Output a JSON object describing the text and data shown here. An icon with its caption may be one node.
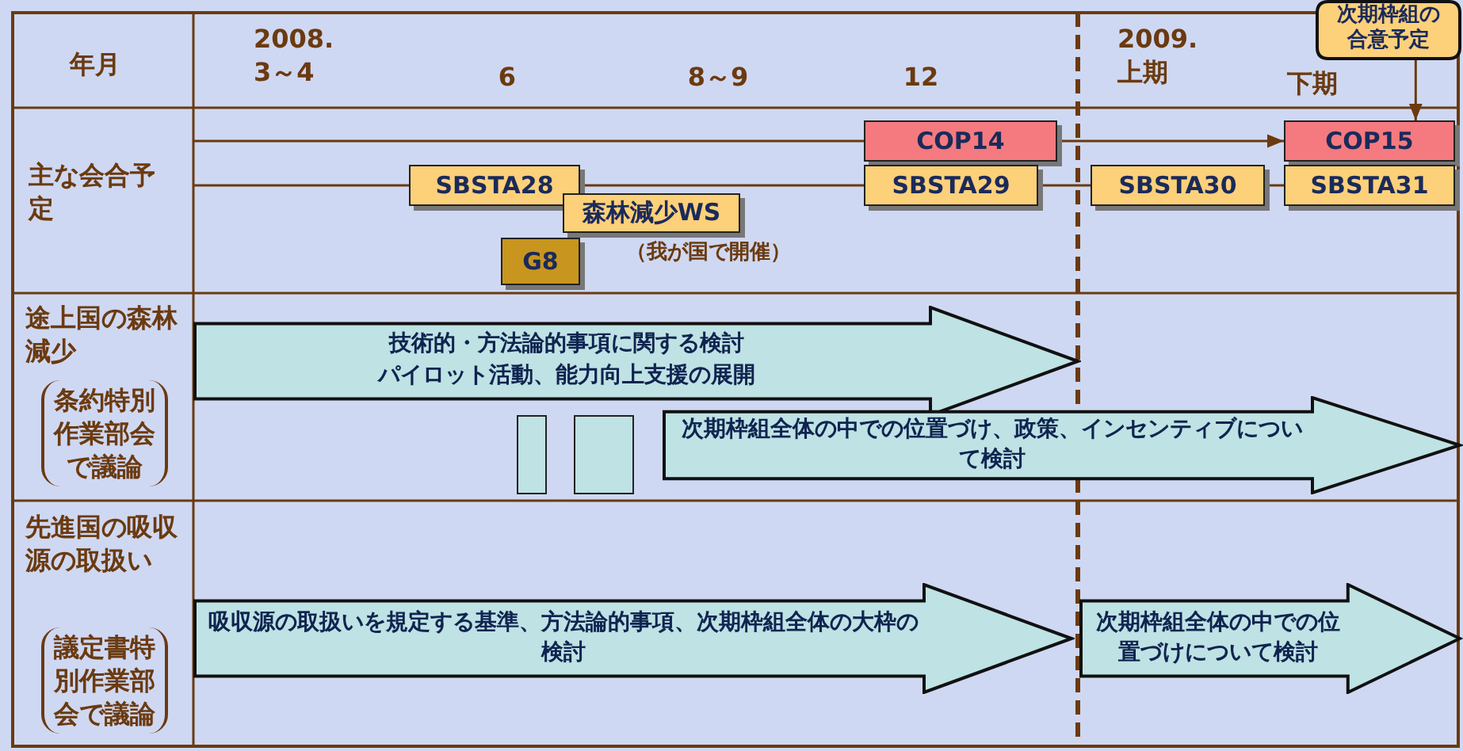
{
  "diagram": {
    "nodes": [
      {
        "text": [
          "COP14"
        ]
      },
      {
        "text": [
          "COP15"
        ]
      },
      {
        "text": [
          "SBSTA28"
        ]
      },
      {
        "text": [
          "森林減少WS"
        ],
        "beside": [
          "（我が国で開催）"
        ]
      },
      {
        "text": [
          "G8"
        ]
      },
      {
        "text": [
          "SBSTA29"
        ]
      },
      {
        "text": [
          "SBSTA30"
        ]
      },
      {
        "text": [
          "SBSTA31"
        ]
      },
      {
        "text": [
          "次期枠組の合意予定"
        ]
      },
      {
        "text": [
          "技術的・方法論的事項に関する検討",
          "パイロット活動、能力向上支援の展開"
        ]
      },
      {
        "text": [],
        "shape": "box"
      },
      {
        "text": [],
        "shape": "box"
      },
      {
        "text": [
          "次期枠組全体の中での位置づけ、政策、インセンティブについて検討"
        ]
      },
      {
        "text": [
          "吸収源の取扱いを規定する基準、方法論的事項、次期枠組全体の大枠の検討"
        ]
      },
      {
        "text": [
          "次期枠組全体の中での位置づけについて検討"
        ]
      }
    ],
    "edges": [
      {
        "from": null,
        "to": 0,
        "arrow": "none"
      },
      {
        "from": 0,
        "to": 1,
        "arrow": "to"
      },
      {
        "from": null,
        "to": 2,
        "arrow": "none"
      },
      {
        "from": 2,
        "to": 5,
        "arrow": "none"
      },
      {
        "from": 5,
        "to": 6,
        "arrow": "none"
      },
      {
        "from": 6,
        "to": 7,
        "arrow": "none"
      },
      {
        "from": 8,
        "to": 1,
        "arrow": "to"
      }
    ],
    "labels": [
      "年月",
      "2008. 3～4",
      "6",
      "8～9",
      "12",
      "2009. 上期",
      "下期",
      "主な会合予定",
      "途上国の森林減少",
      "条約特別作業部会で議論",
      "先進国の吸収源の取扱い",
      "議定書特別作業部会で議論"
    ]
  }
}
